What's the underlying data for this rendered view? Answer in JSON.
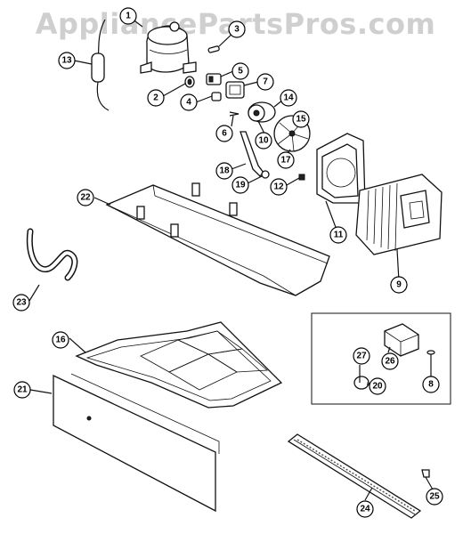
{
  "watermark": "AppliancePartsPros.com",
  "callouts": [
    {
      "id": "c1",
      "label": "1"
    },
    {
      "id": "c2",
      "label": "2"
    },
    {
      "id": "c3",
      "label": "3"
    },
    {
      "id": "c4",
      "label": "4"
    },
    {
      "id": "c5",
      "label": "5"
    },
    {
      "id": "c6",
      "label": "6"
    },
    {
      "id": "c7",
      "label": "7"
    },
    {
      "id": "c8",
      "label": "8"
    },
    {
      "id": "c9",
      "label": "9"
    },
    {
      "id": "c10",
      "label": "10"
    },
    {
      "id": "c11",
      "label": "11"
    },
    {
      "id": "c12",
      "label": "12"
    },
    {
      "id": "c13",
      "label": "13"
    },
    {
      "id": "c14",
      "label": "14"
    },
    {
      "id": "c15",
      "label": "15"
    },
    {
      "id": "c16",
      "label": "16"
    },
    {
      "id": "c17",
      "label": "17"
    },
    {
      "id": "c18",
      "label": "18"
    },
    {
      "id": "c19",
      "label": "19"
    },
    {
      "id": "c20",
      "label": "20"
    },
    {
      "id": "c21",
      "label": "21"
    },
    {
      "id": "c22",
      "label": "22"
    },
    {
      "id": "c23",
      "label": "23"
    },
    {
      "id": "c24",
      "label": "24"
    },
    {
      "id": "c25",
      "label": "25"
    },
    {
      "id": "c26",
      "label": "26"
    },
    {
      "id": "c27",
      "label": "27"
    }
  ]
}
